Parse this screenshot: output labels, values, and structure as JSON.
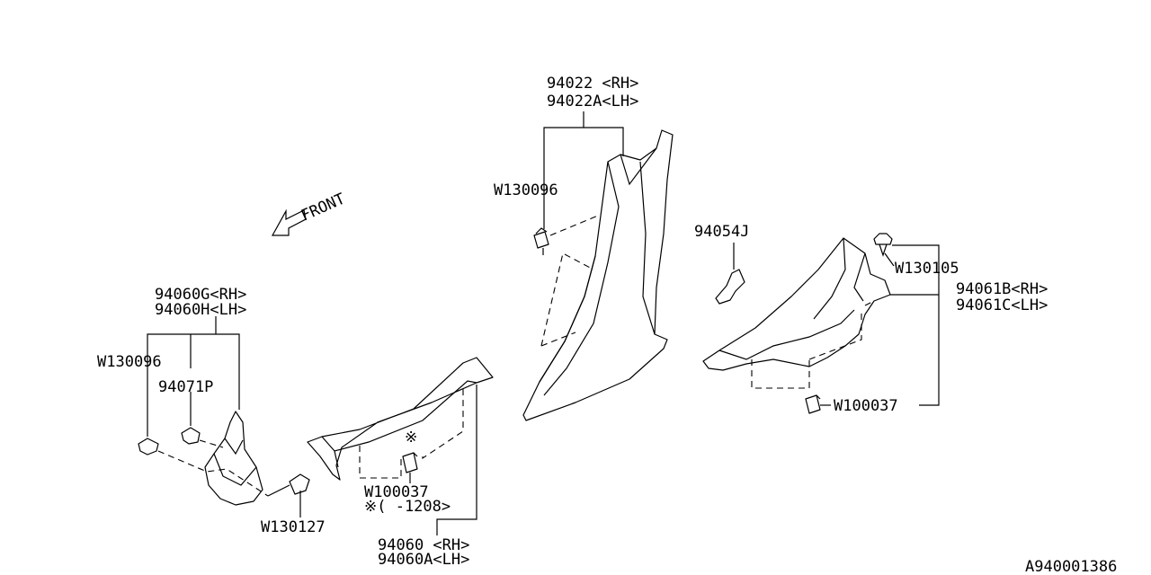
{
  "diagram": {
    "front_label": "FRONT",
    "ref_code": "A940001386",
    "callouts": {
      "p94022_rh": "94022 <RH>",
      "p94022a_lh": "94022A<LH>",
      "w130096_top": "W130096",
      "p94054j": "94054J",
      "w130105": "W130105",
      "p94061b_rh": "94061B<RH>",
      "p94061c_lh": "94061C<LH>",
      "w100037_right": "W100037",
      "p94060g_rh": "94060G<RH>",
      "p94060h_lh": "94060H<LH>",
      "w130096_left": "W130096",
      "p94071p": "94071P",
      "w130127": "W130127",
      "w100037_mid": "W100037",
      "note_1208": "※(  -1208>",
      "p94060_rh": "94060 <RH>",
      "p94060a_lh": "94060A<LH>",
      "star_mark": "※"
    }
  }
}
